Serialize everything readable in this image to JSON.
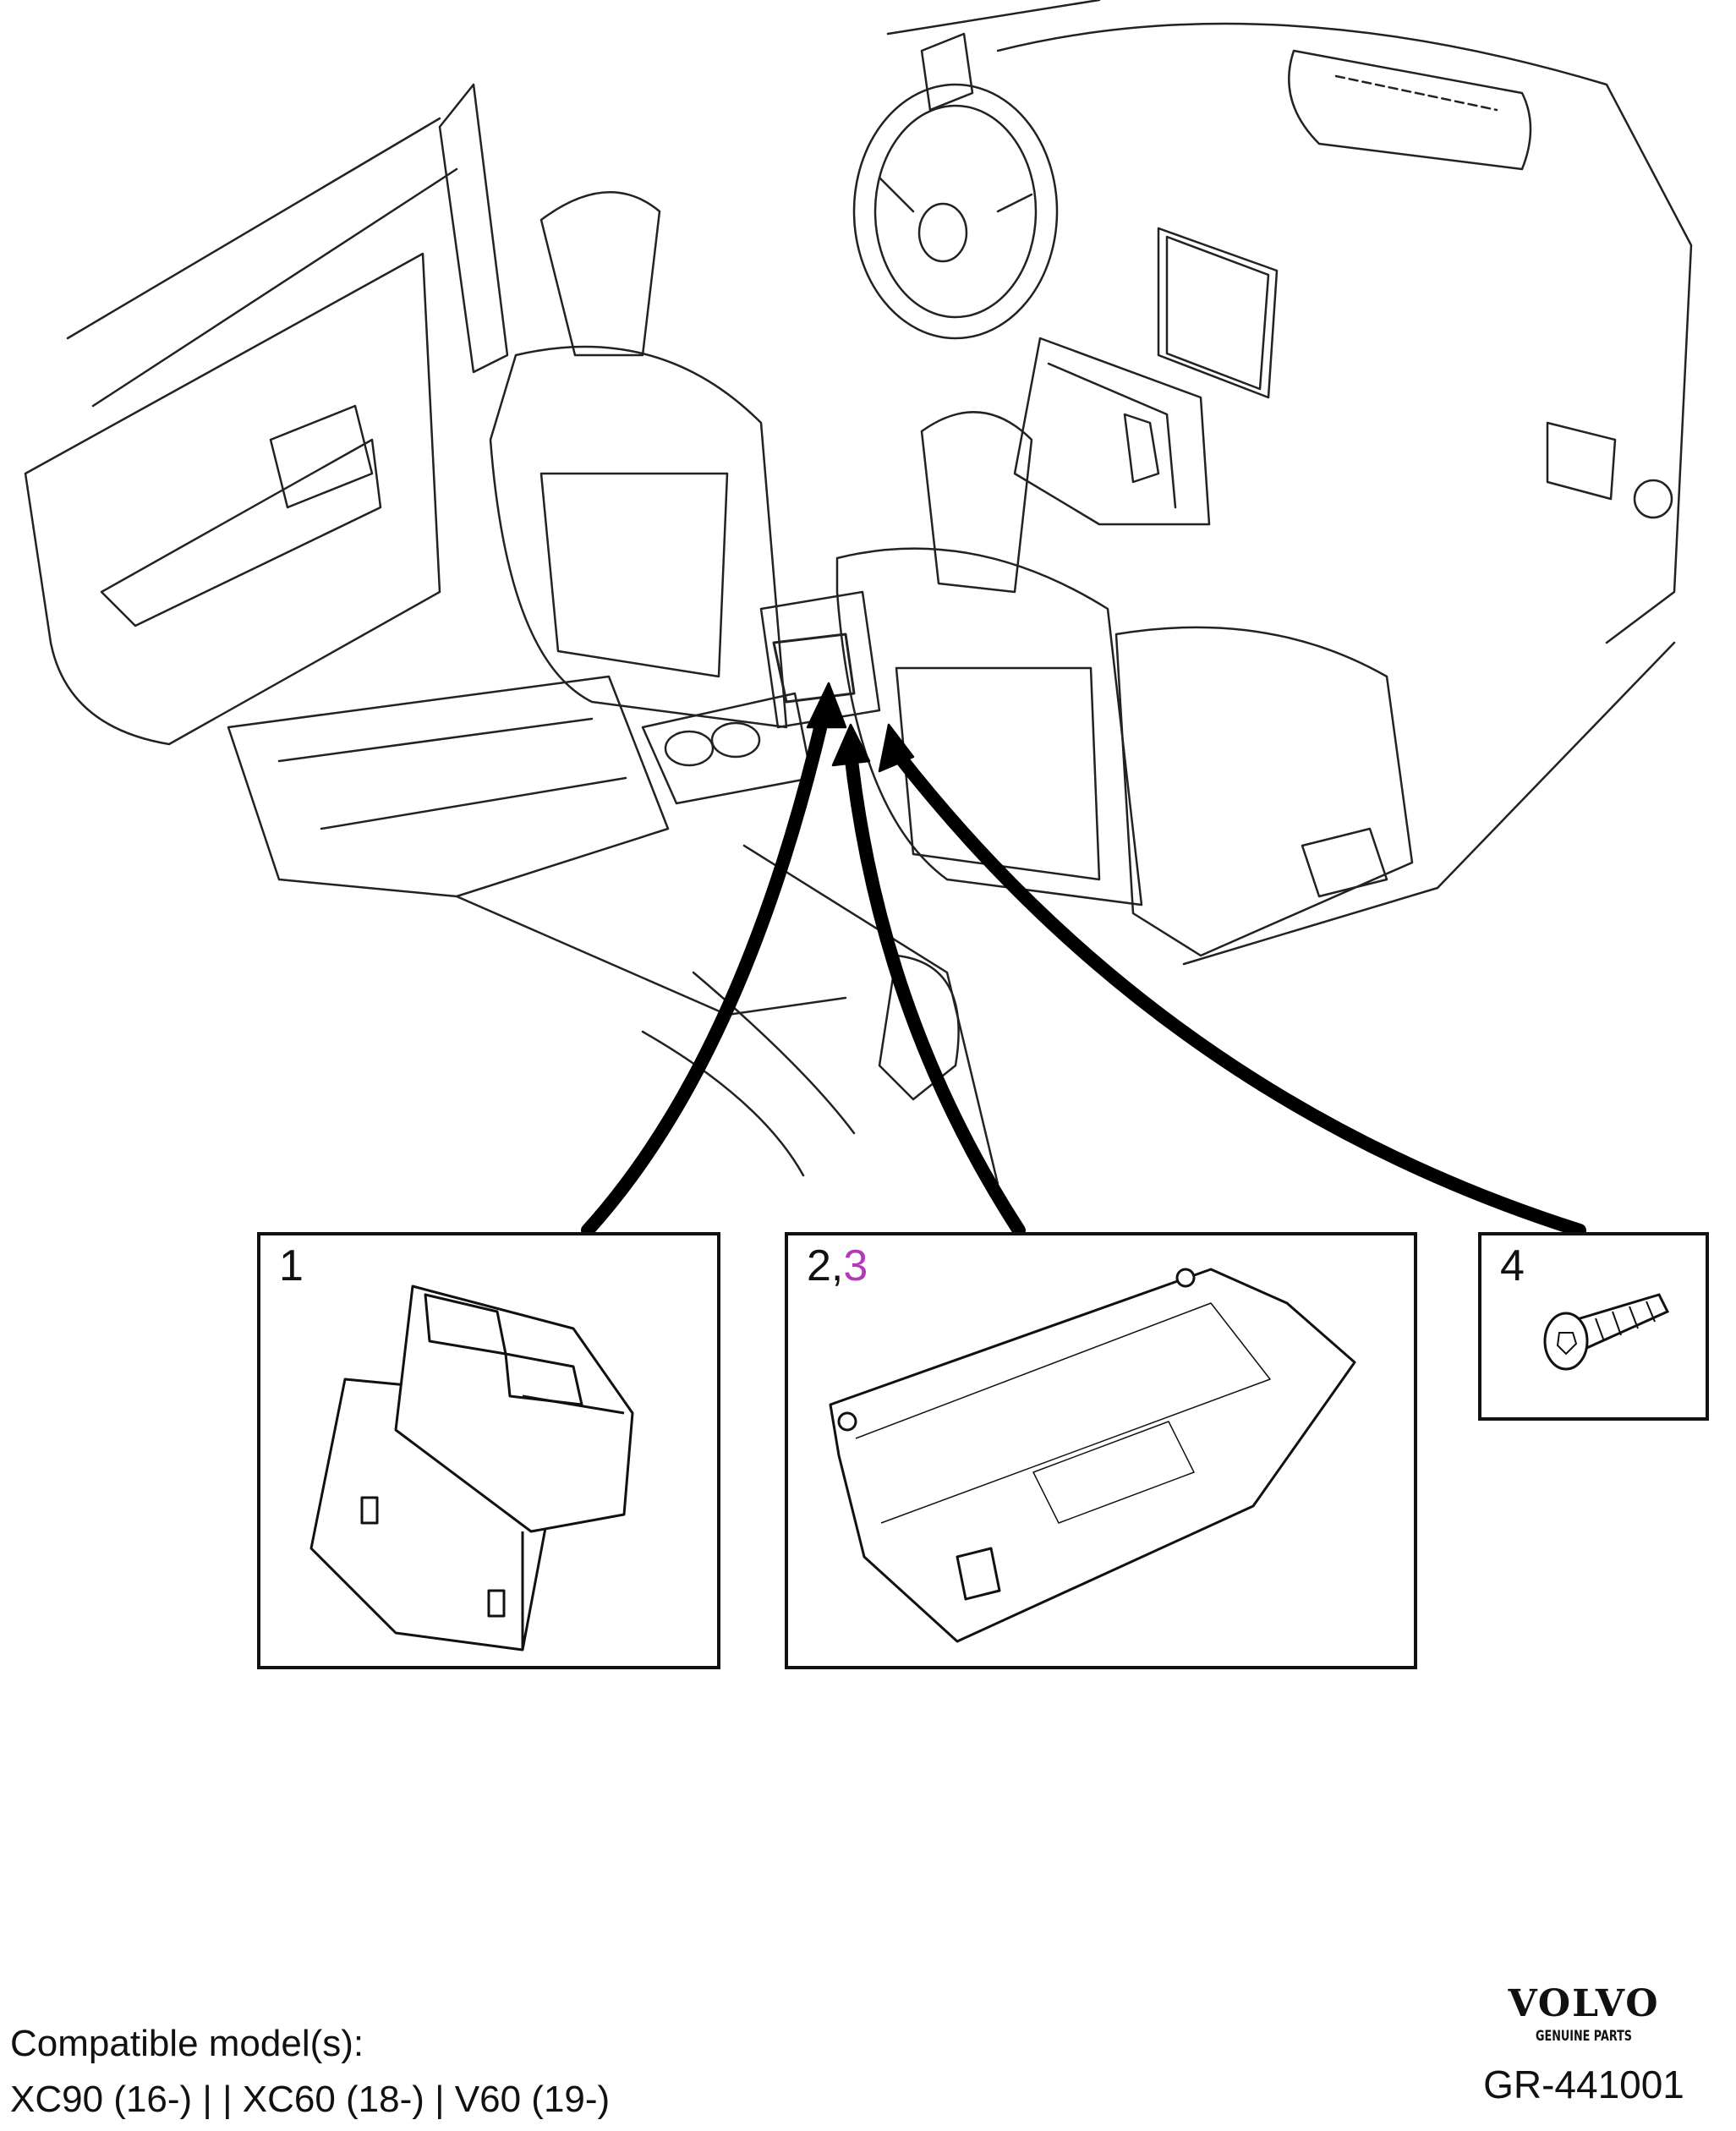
{
  "diagram": {
    "callouts": [
      {
        "label": "1"
      },
      {
        "label_main": "2",
        "separator": ",",
        "label_accent": "3"
      },
      {
        "label": "4"
      }
    ],
    "accent_color": "#b23ab8"
  },
  "footer": {
    "compatible_heading": "Compatible model(s):",
    "models": "XC90 (16-) |  | XC60 (18-) | V60 (19-)",
    "brand": "VOLVO",
    "brand_sub": "GENUINE PARTS",
    "diagram_code": "GR-441001"
  }
}
